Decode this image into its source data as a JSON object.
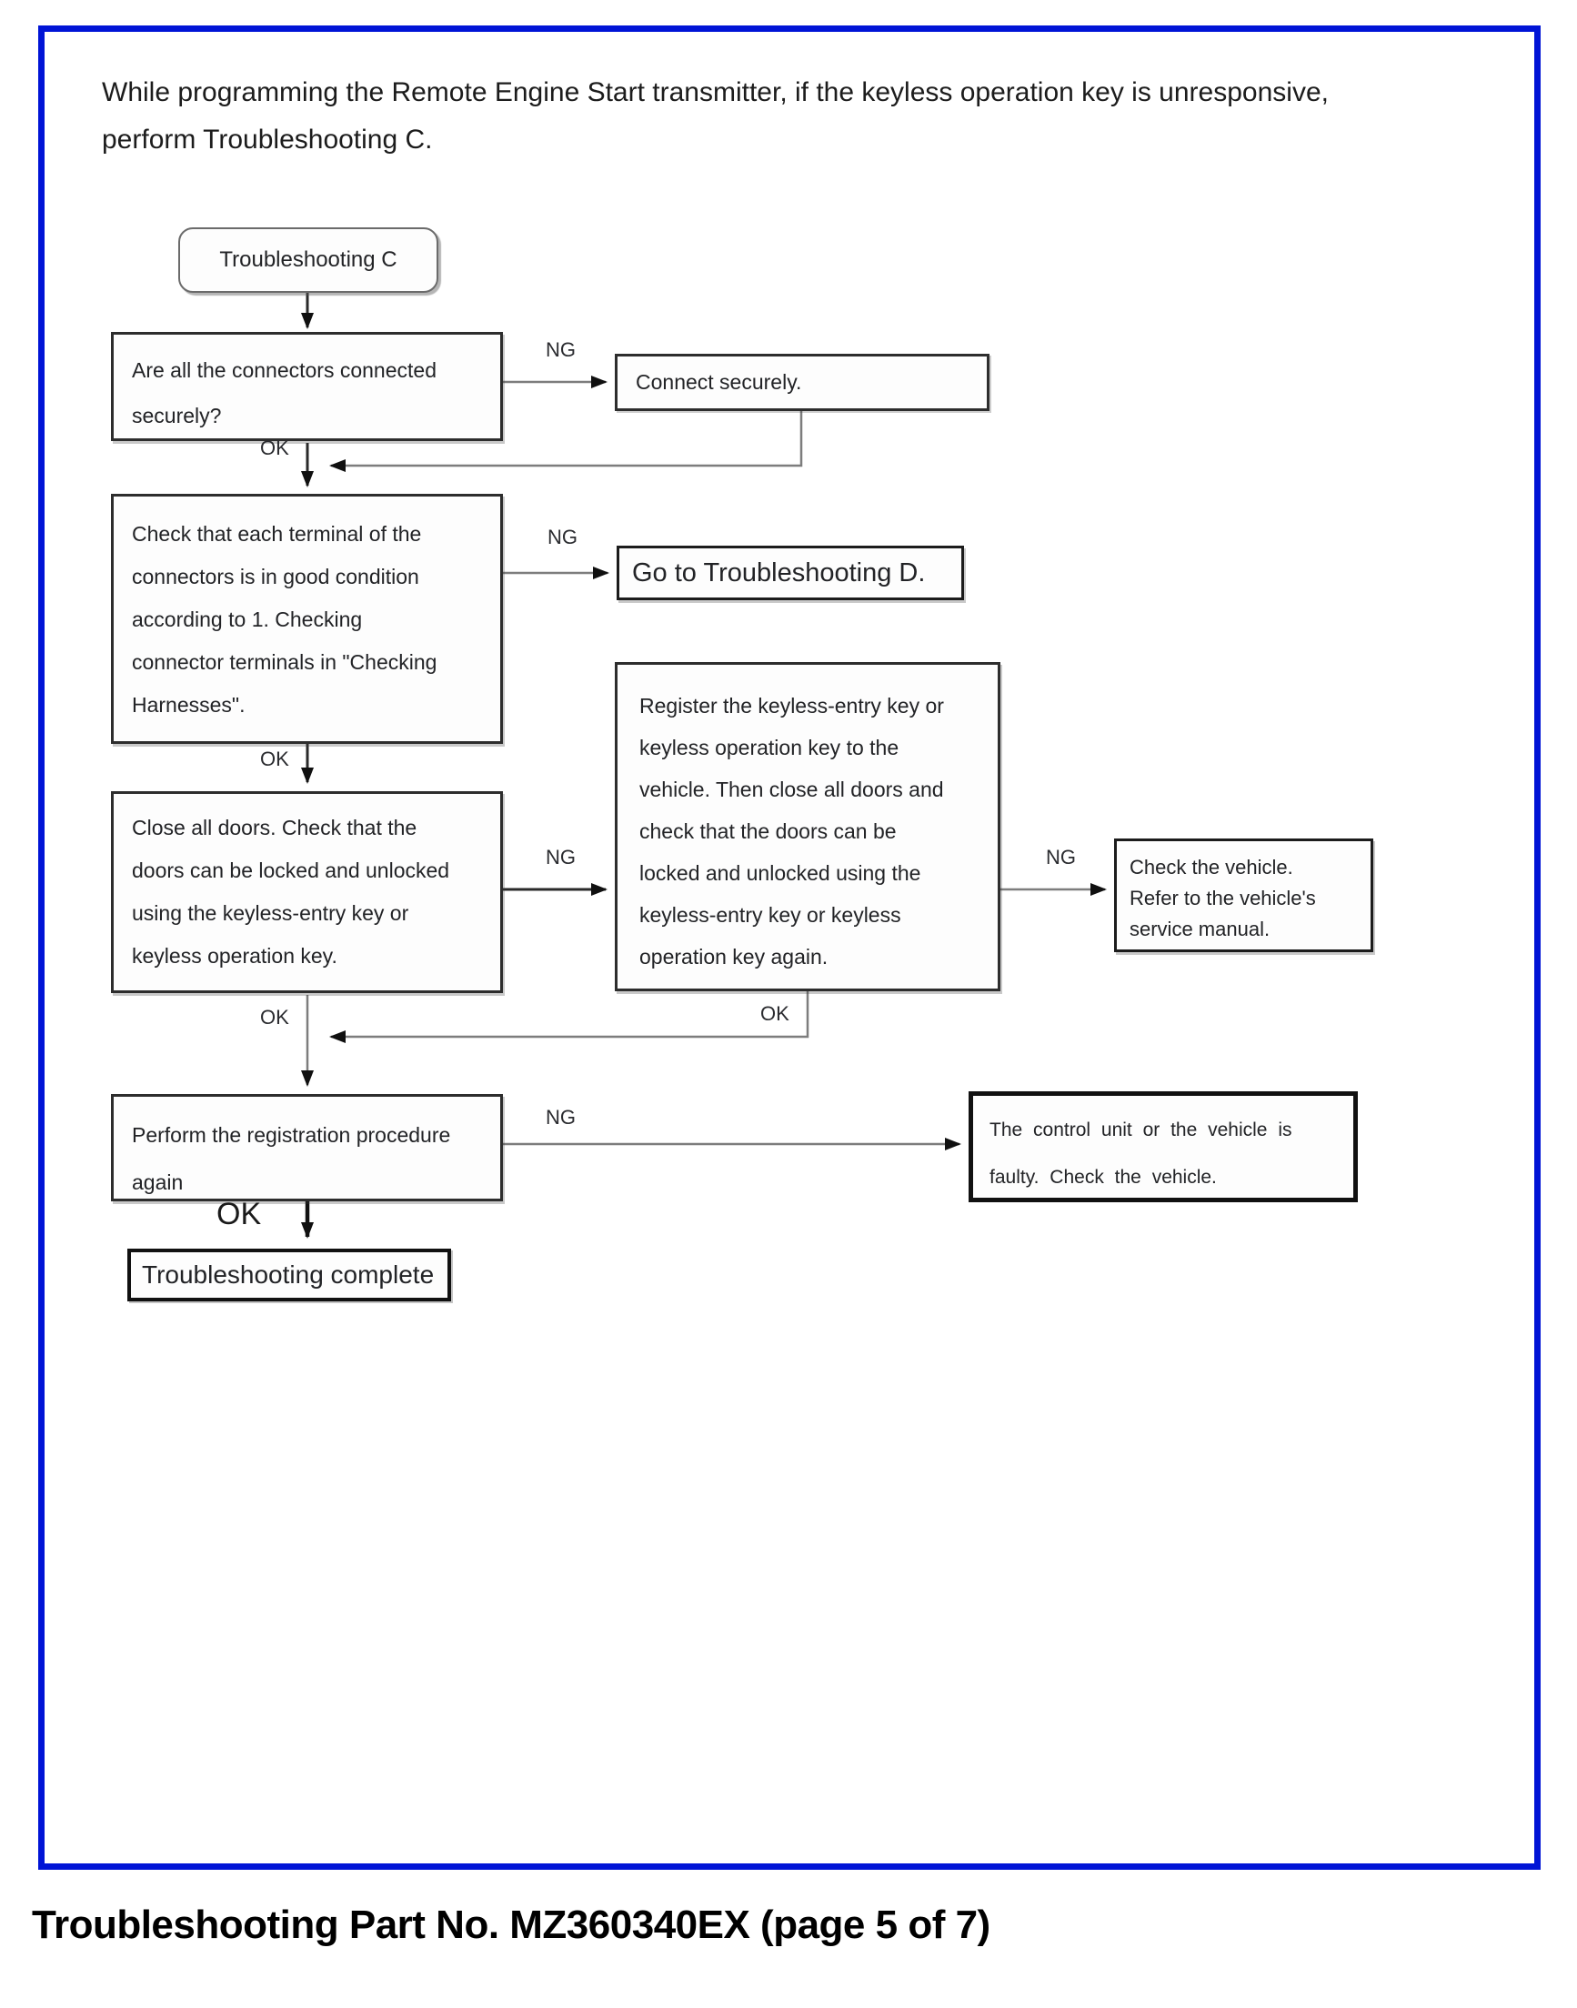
{
  "page": {
    "intro": "While programming the Remote Engine Start transmitter, if the keyless operation key is unresponsive,\nperform Troubleshooting C.",
    "footer_title": "Troubleshooting Part No. MZ360340EX (page 5 of 7)",
    "frame_color": "#0014d6"
  },
  "labels": {
    "ok": "OK",
    "ng": "NG"
  },
  "flowchart": {
    "start": "Troubleshooting C",
    "q1": "Are all the connectors connected\nsecurely?",
    "connect": "Connect securely.",
    "q2": "Check that each terminal of the\nconnectors is in good condition\naccording to 1. Checking\nconnector terminals in \"Checking\nHarnesses\".",
    "goto_d": "Go to Troubleshooting D.",
    "q3": "Close all doors. Check that the\ndoors can be locked and unlocked\nusing the keyless-entry key or\nkeyless operation key.",
    "register": "Register the keyless-entry key or\nkeyless operation key to the\nvehicle. Then close all doors and\ncheck that the doors can be\nlocked and unlocked using the\nkeyless-entry key or keyless\noperation key again.",
    "check_vehicle": "Check the vehicle.\nRefer to the vehicle's\nservice manual.",
    "q4": "Perform the registration procedure\nagain",
    "control_unit": "The control unit or the vehicle is\nfaulty. Check the vehicle.",
    "complete": "Troubleshooting complete"
  }
}
